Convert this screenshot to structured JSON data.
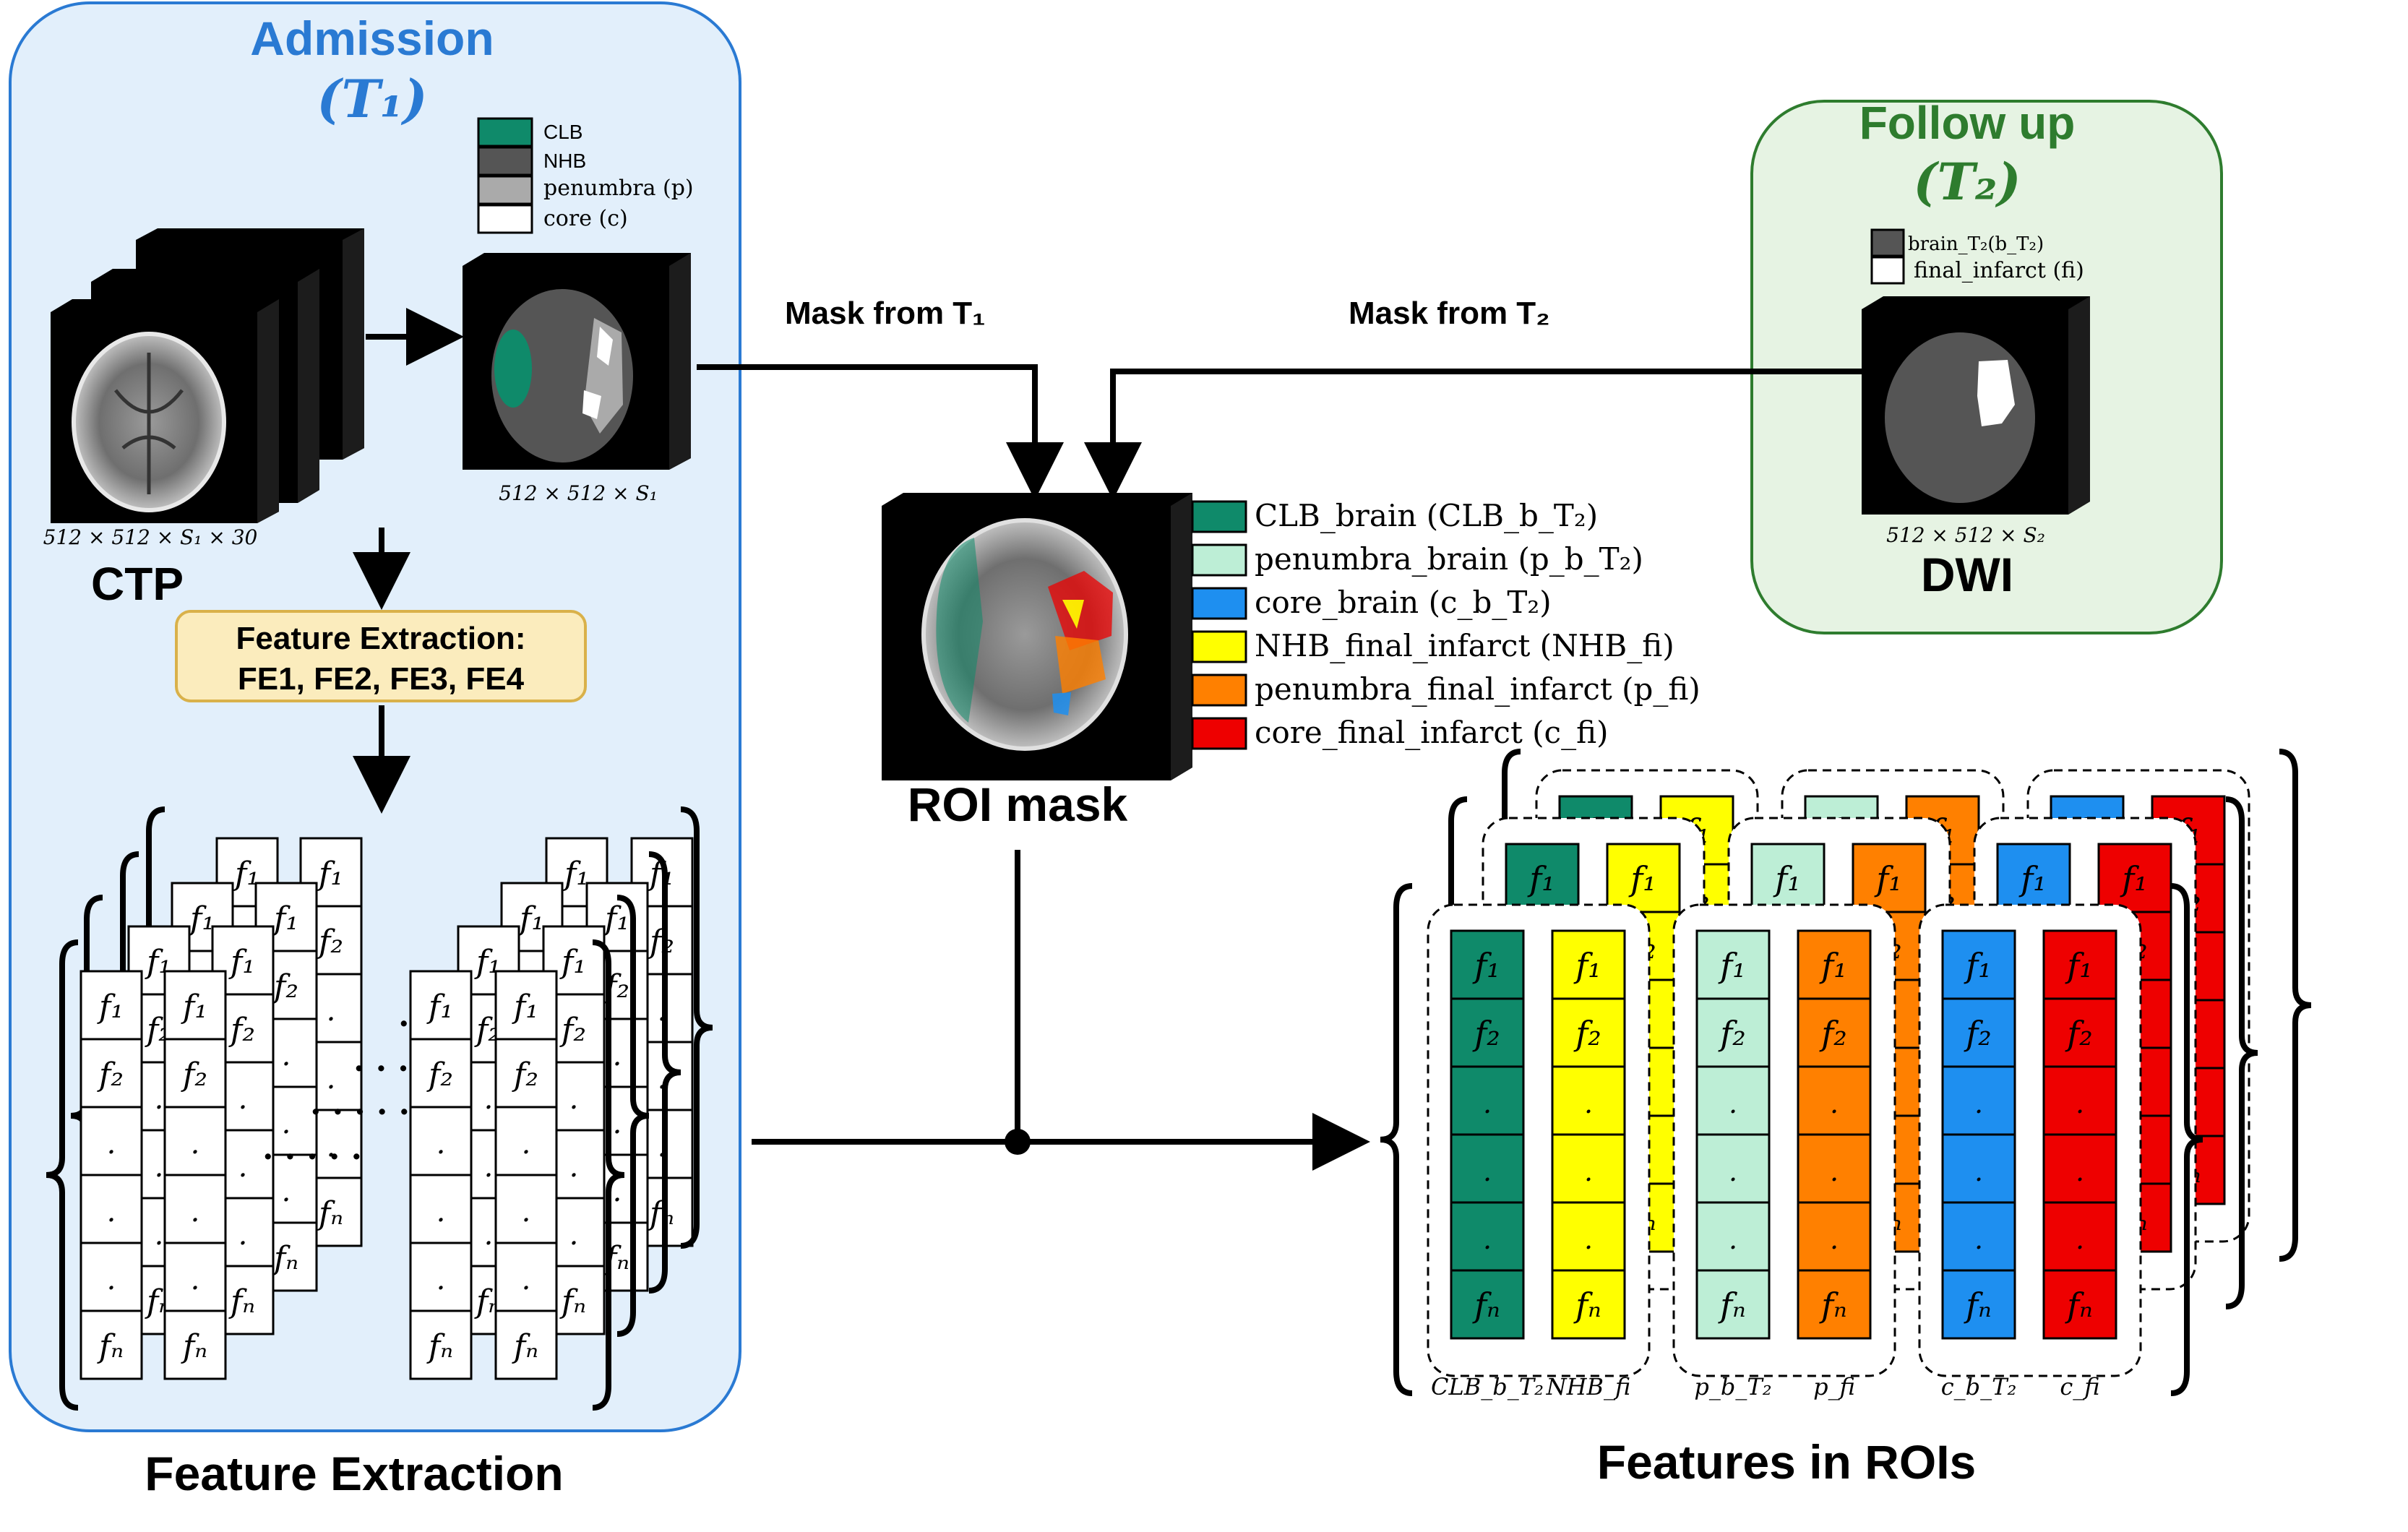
{
  "admission": {
    "title": "Admission",
    "time": "(T₁)",
    "ctp_label": "CTP",
    "ctp_dims": "512 × 512 × S₁ × 30",
    "mask_dims": "512 × 512 × S₁",
    "legend": [
      {
        "label": "CLB",
        "color": "#0f8a6a"
      },
      {
        "label": "NHB",
        "color": "#555555"
      },
      {
        "label": "penumbra (p)",
        "color": "#aaaaaa"
      },
      {
        "label": "core (c)",
        "color": "#ffffff"
      }
    ],
    "fe_line1": "Feature Extraction:",
    "fe_line2": "FE1, FE2, FE3, FE4"
  },
  "followup": {
    "title": "Follow up",
    "time": "(T₂)",
    "dwi_label": "DWI",
    "dims": "512 × 512 × S₂",
    "legend": [
      {
        "label": "brain_T₂(b_T₂)",
        "color": "#555555"
      },
      {
        "label": "final_infarct (fi)",
        "color": "#ffffff"
      }
    ]
  },
  "arrows": {
    "mask_t1": "Mask from T₁",
    "mask_t2": "Mask from T₂"
  },
  "roi": {
    "label": "ROI mask",
    "legend": [
      {
        "label": "CLB_brain (CLB_b_T₂)",
        "color": "#0f8a6a"
      },
      {
        "label": "penumbra_brain (p_b_T₂)",
        "color": "#bdeed6"
      },
      {
        "label": "core_brain (c_b_T₂)",
        "color": "#1e8ff0"
      },
      {
        "label": "NHB_final_infarct (NHB_fi)",
        "color": "#ffff00"
      },
      {
        "label": "penumbra_final_infarct (p_fi)",
        "color": "#ff8000"
      },
      {
        "label": "core_final_infarct (c_fi)",
        "color": "#ee0000"
      }
    ]
  },
  "features": {
    "f1": "f₁",
    "f2": "f₂",
    "fn": "fₙ",
    "dot": ".",
    "ellipsis": ". . . . .",
    "section_left": "Feature Extraction",
    "section_right": "Features in ROIs",
    "roi_column_labels": [
      "CLB_b_T₂",
      "NHB_fi",
      "p_b_T₂",
      "p_fi",
      "c_b_T₂",
      "c_fi"
    ],
    "roi_colors": [
      "#0f8a6a",
      "#ffff00",
      "#bdeed6",
      "#ff8000",
      "#1e8ff0",
      "#ee0000"
    ]
  }
}
